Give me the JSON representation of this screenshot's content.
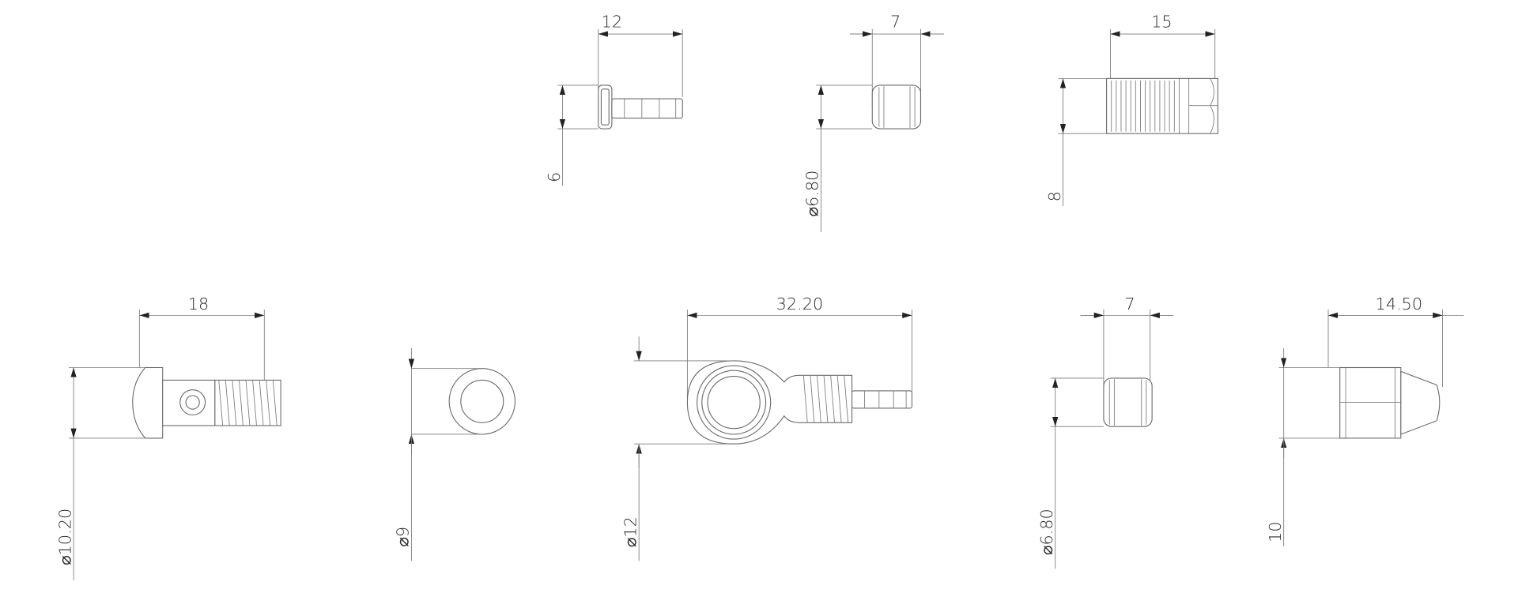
{
  "drawing": {
    "line_color": "#6a6a6a",
    "parts": [
      {
        "name": "barb-fitting",
        "length_label": "12",
        "height_label": "6"
      },
      {
        "name": "olive-top",
        "length_label": "7",
        "height_label": "⌀6.80"
      },
      {
        "name": "threaded-nut-top",
        "length_label": "15",
        "height_label": "8"
      },
      {
        "name": "banjo-bolt",
        "length_label": "18",
        "height_label": "⌀10.20"
      },
      {
        "name": "washer",
        "height_label": "⌀9"
      },
      {
        "name": "banjo-fitting",
        "length_label": "32.20",
        "height_label": "⌀12"
      },
      {
        "name": "olive-bottom",
        "length_label": "7",
        "height_label": "⌀6.80"
      },
      {
        "name": "compression-nut",
        "length_label": "14.50",
        "height_label": "10"
      }
    ]
  }
}
